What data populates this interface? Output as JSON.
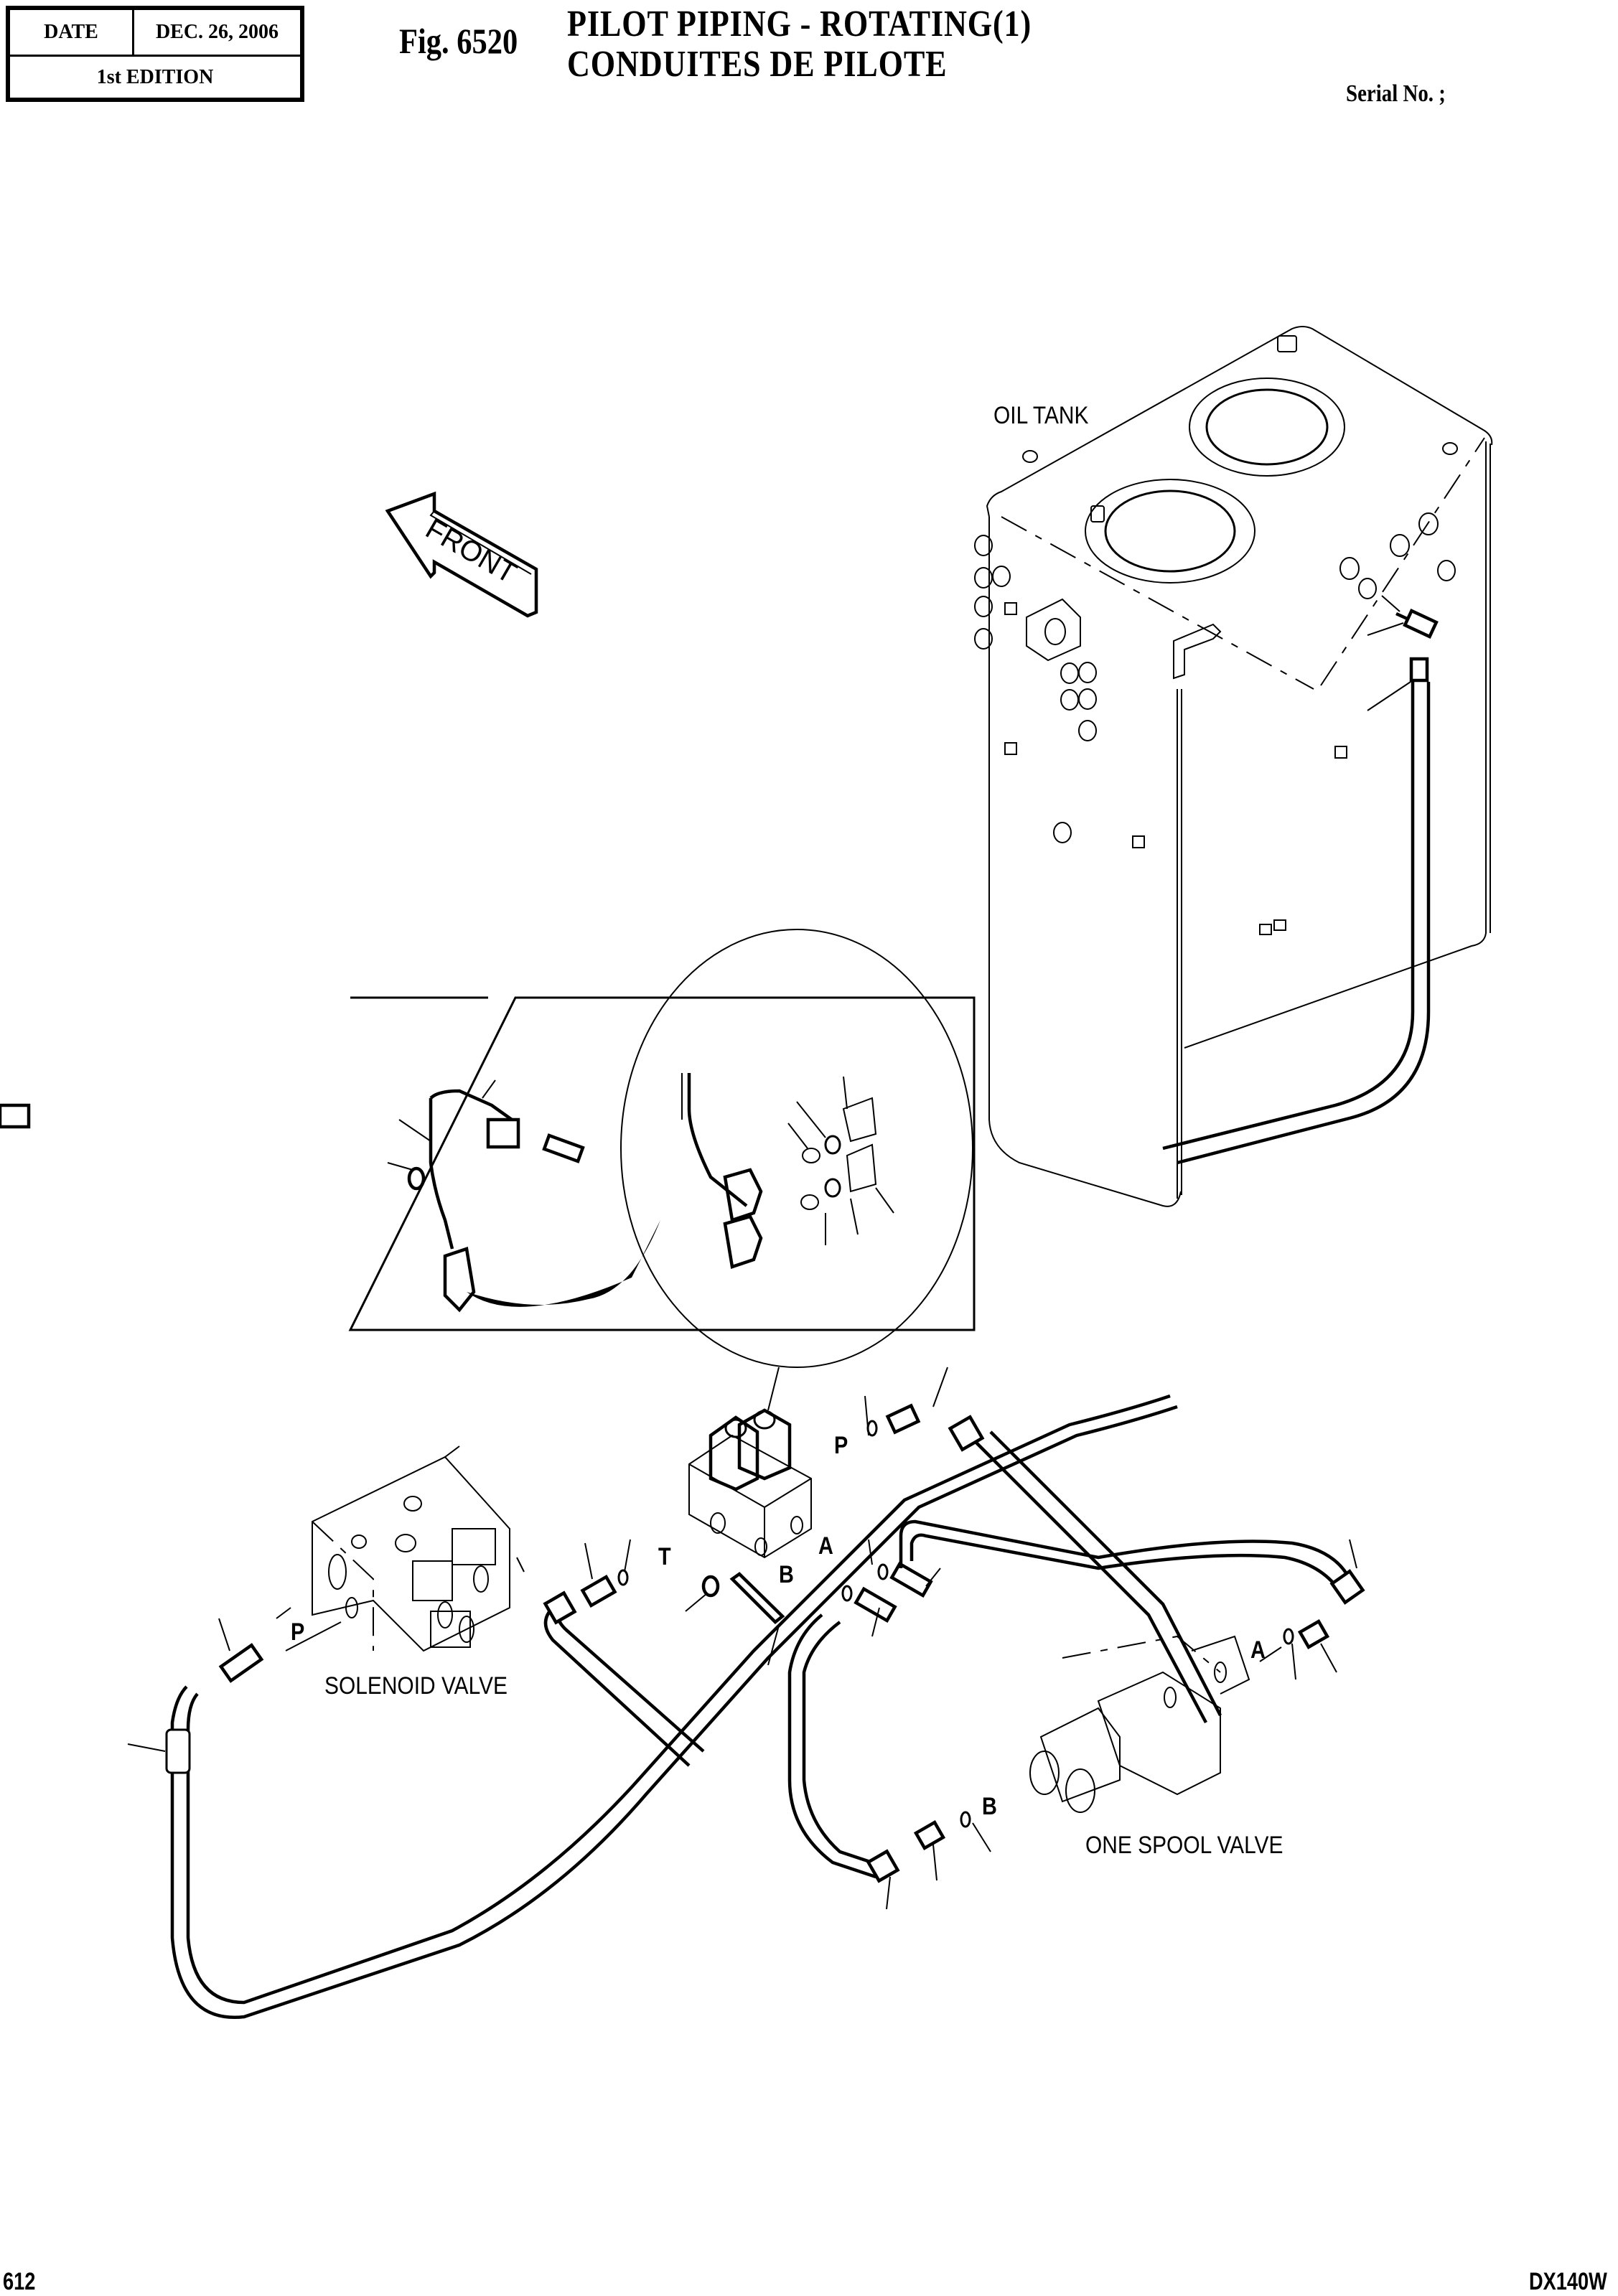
{
  "header": {
    "date_label": "DATE",
    "date_value": "DEC. 26, 2006",
    "edition": "1st EDITION",
    "figure_number": "Fig. 6520",
    "title_en": "PILOT PIPING - ROTATING(1)",
    "title_fr": "CONDUITES DE PILOTE",
    "serial_no": "Serial No. ;"
  },
  "diagram": {
    "components": {
      "oil_tank": "OIL TANK",
      "solenoid_valve": "SOLENOID VALVE",
      "one_spool_valve": "ONE SPOOL VALVE",
      "front_arrow": "FRONT"
    },
    "ports": {
      "solenoid_p": "P",
      "block_p": "P",
      "block_t": "T",
      "block_a": "A",
      "block_b": "B",
      "spool_a": "A",
      "spool_b": "B"
    }
  },
  "footer": {
    "page_number": "612",
    "model": "DX140W"
  }
}
